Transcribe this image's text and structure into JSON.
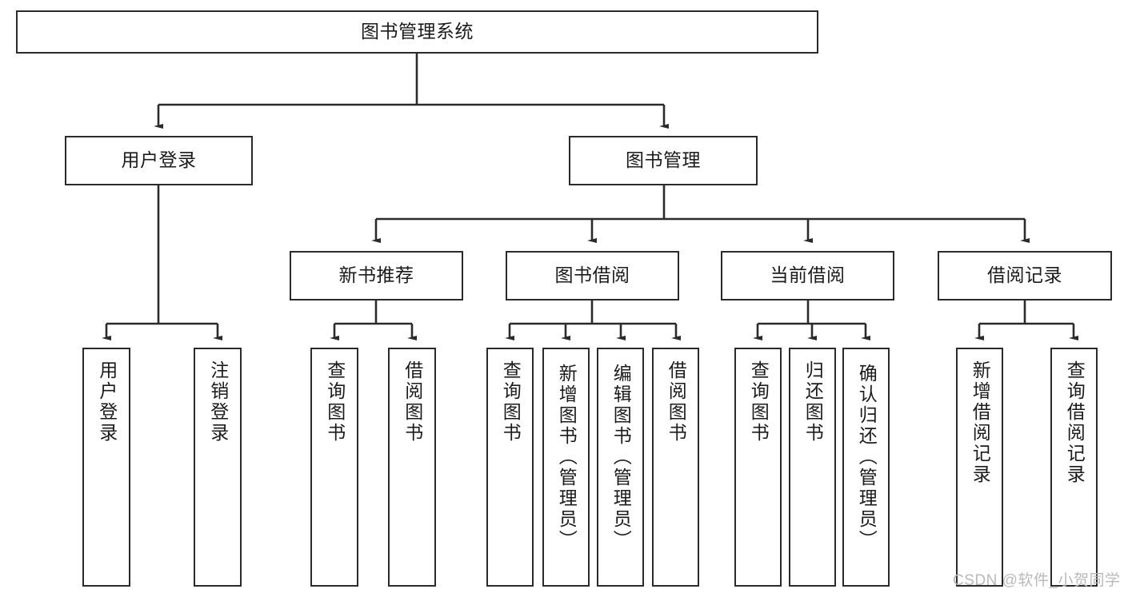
{
  "diagram": {
    "title": "图书管理系统",
    "type": "tree-hierarchy",
    "root": {
      "label": "图书管理系统"
    },
    "level1": [
      {
        "label": "用户登录"
      },
      {
        "label": "图书管理"
      }
    ],
    "level2": [
      {
        "label": "新书推荐"
      },
      {
        "label": "图书借阅"
      },
      {
        "label": "当前借阅"
      },
      {
        "label": "借阅记录"
      }
    ],
    "leaves": {
      "user_login": [
        {
          "label": "用户登录"
        },
        {
          "label": "注销登录"
        }
      ],
      "new_book_recommend": [
        {
          "label": "查询图书"
        },
        {
          "label": "借阅图书"
        }
      ],
      "book_borrow": [
        {
          "label": "查询图书"
        },
        {
          "label": "新增图书（管理员）"
        },
        {
          "label": "编辑图书（管理员）"
        },
        {
          "label": "借阅图书"
        }
      ],
      "current_borrow": [
        {
          "label": "查询图书"
        },
        {
          "label": "归还图书"
        },
        {
          "label": "确认归还（管理员）"
        }
      ],
      "borrow_record": [
        {
          "label": "新增借阅记录"
        },
        {
          "label": "查询借阅记录"
        }
      ]
    }
  },
  "watermark": {
    "text": "CSDN @软件_小贺同学"
  },
  "colors": {
    "border": "#2b2b2b",
    "background": "#ffffff",
    "text": "#1b1b1b",
    "watermark": "#b9b9b9"
  }
}
